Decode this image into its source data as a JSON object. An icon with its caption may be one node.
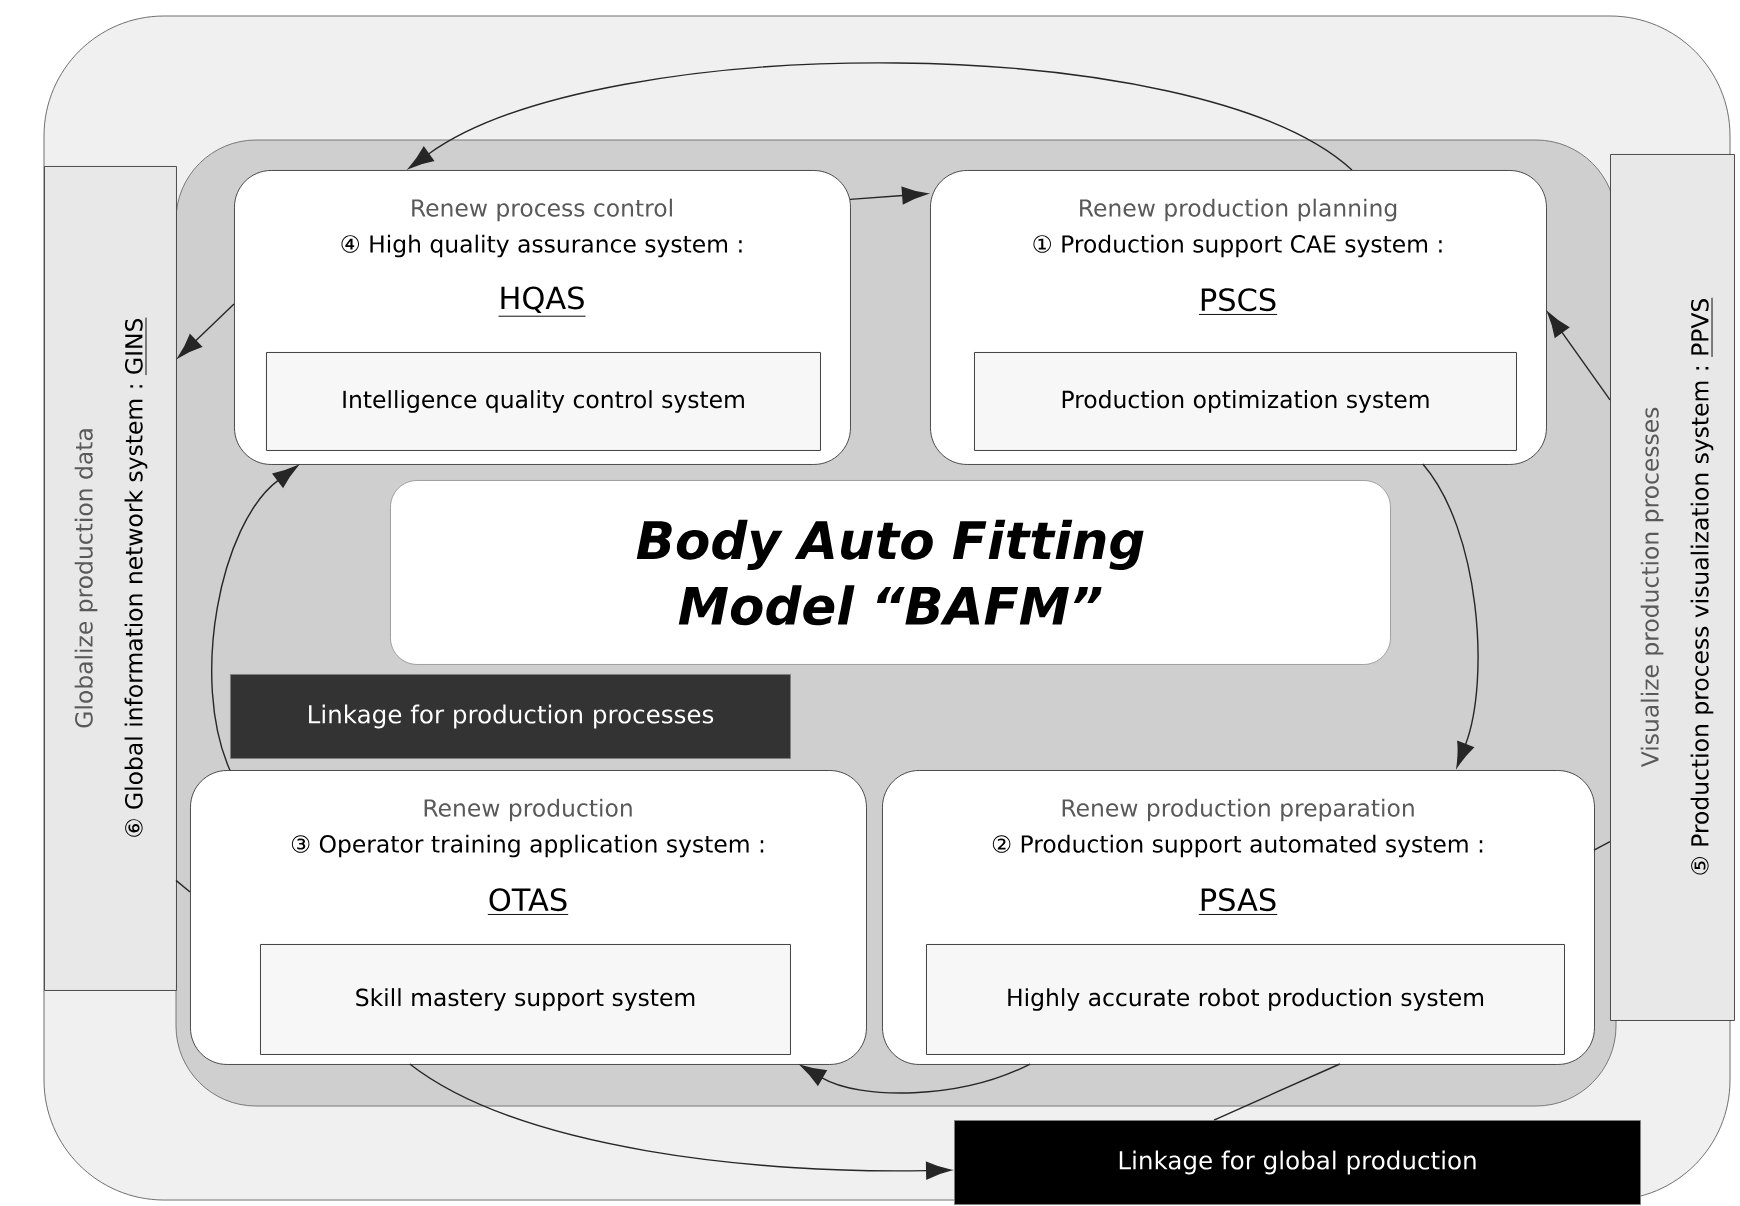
{
  "diagram": {
    "nodes": [
      {
        "text": [
          "Renew process control",
          "④ High quality assurance system :",
          "HQAS"
        ]
      },
      {
        "text": [
          "Intelligence quality control system"
        ],
        "in": 0
      },
      {
        "text": [
          "Renew production planning",
          "① Production support CAE system :",
          "PSCS"
        ]
      },
      {
        "text": [
          "Production optimization system"
        ],
        "in": 2
      },
      {
        "text": [
          "Body Auto Fitting Model “BAFM”"
        ]
      },
      {
        "text": [
          "Renew production",
          "③ Operator training application system :",
          "OTAS"
        ]
      },
      {
        "text": [
          "Skill mastery support system"
        ],
        "in": 5
      },
      {
        "text": [
          "Renew production preparation",
          "② Production support automated system :",
          "PSAS"
        ]
      },
      {
        "text": [
          "Highly accurate robot production system"
        ],
        "in": 7
      },
      {
        "text": [
          "Globalize production data",
          "⑥ Global information network system :",
          "GINS"
        ]
      },
      {
        "text": [
          "Visualize production processes",
          "⑤ Production process visualization system :",
          "PPVS"
        ]
      },
      {
        "text": [
          "Linkage for production processes"
        ]
      },
      {
        "text": [
          "Linkage for global production"
        ]
      }
    ],
    "edges": [
      {
        "from": 0,
        "to": 2,
        "arrow": "to"
      },
      {
        "from": 2,
        "to": 7,
        "arrow": "to"
      },
      {
        "from": 7,
        "to": 5,
        "arrow": "to"
      },
      {
        "from": 5,
        "to": 0,
        "arrow": "to"
      },
      {
        "from": 2,
        "to": 0,
        "arrow": "to"
      },
      {
        "from": 0,
        "to": 9,
        "arrow": "to"
      },
      {
        "from": 9,
        "to": 5,
        "arrow": "none"
      },
      {
        "from": 5,
        "to": 12,
        "arrow": "to"
      },
      {
        "from": 12,
        "to": 7,
        "arrow": "none"
      },
      {
        "from": 7,
        "to": 10,
        "arrow": "none"
      },
      {
        "from": 10,
        "to": 2,
        "arrow": "to"
      }
    ]
  }
}
